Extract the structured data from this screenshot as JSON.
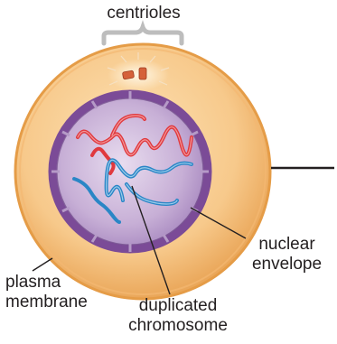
{
  "labels": {
    "centrioles": "centrioles",
    "nuclear_envelope": "nuclear\nenvelope",
    "plasma_membrane": "plasma\nmembrane",
    "duplicated_chromosome": "duplicated\nchromosome"
  },
  "colors": {
    "cytoplasm": "#f7c98b",
    "plasma_membrane": "#e9a550",
    "nucleus": "#c7afd6",
    "nuclear_envelope": "#7b4b97",
    "chromosome_red": "#e0393e",
    "chromosome_blue": "#2a86c6",
    "centriole": "#d5613a",
    "leader_line": "#231f20"
  },
  "icons": {
    "centriole_pair": "centriole-icon",
    "bracket": "bracket-icon"
  }
}
